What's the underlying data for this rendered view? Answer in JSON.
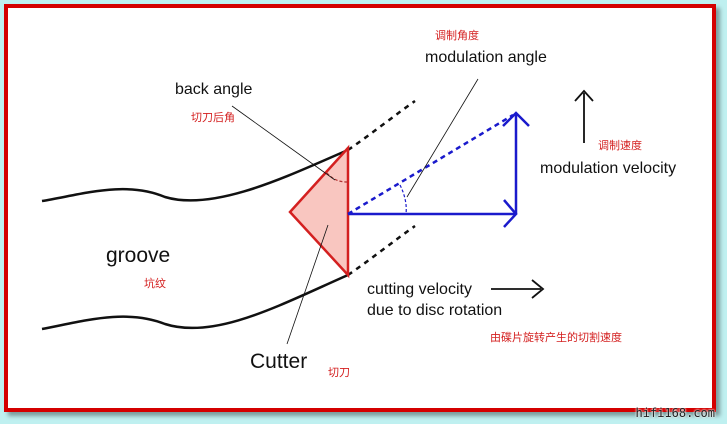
{
  "labels": {
    "back_angle": "back angle",
    "back_angle_cn": "切刀后角",
    "modulation_angle": "modulation angle",
    "modulation_angle_cn": "调制角度",
    "modulation_velocity": "modulation velocity",
    "modulation_velocity_cn": "调制速度",
    "groove": "groove",
    "groove_cn": "坑纹",
    "cutter": "Cutter",
    "cutter_cn": "切刀",
    "cutting_velocity_line1": "cutting velocity",
    "cutting_velocity_line2": "due to disc rotation",
    "cutting_velocity_cn": "由碟片旋转产生的切割速度"
  },
  "watermark": "hifi168.com",
  "colors": {
    "frame": "#d40000",
    "background": "#bff0f0",
    "cutter_fill": "#f9c6c0",
    "cutter_stroke": "#d42020",
    "vector": "#1a1acc",
    "groove": "#111111",
    "chinese_label": "#d42020"
  }
}
